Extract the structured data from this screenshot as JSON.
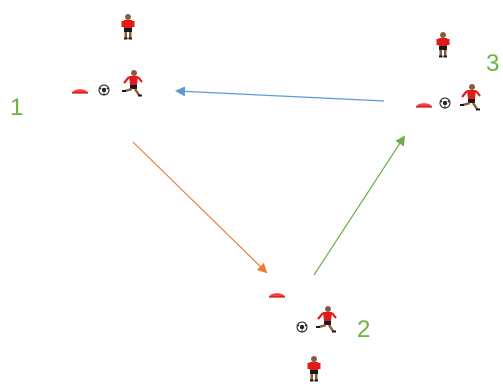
{
  "stations": [
    {
      "id": "station-1",
      "label": "1"
    },
    {
      "id": "station-2",
      "label": "2"
    },
    {
      "id": "station-3",
      "label": "3"
    }
  ],
  "passes": [
    {
      "from": "1",
      "to": "2",
      "color": "#ed7d31"
    },
    {
      "from": "2",
      "to": "3",
      "color": "#70ad47"
    },
    {
      "from": "3",
      "to": "1",
      "color": "#5b9bd5"
    }
  ],
  "colors": {
    "label": "#6cb33f",
    "cone": "#ff3b3b",
    "jersey": "#e01b1b",
    "shorts": "#1a1a1a",
    "skin": "#8a5a3c"
  },
  "icons": [
    "player-standing-icon",
    "player-kicking-icon",
    "ball-icon",
    "cone-icon",
    "arrow-icon"
  ]
}
